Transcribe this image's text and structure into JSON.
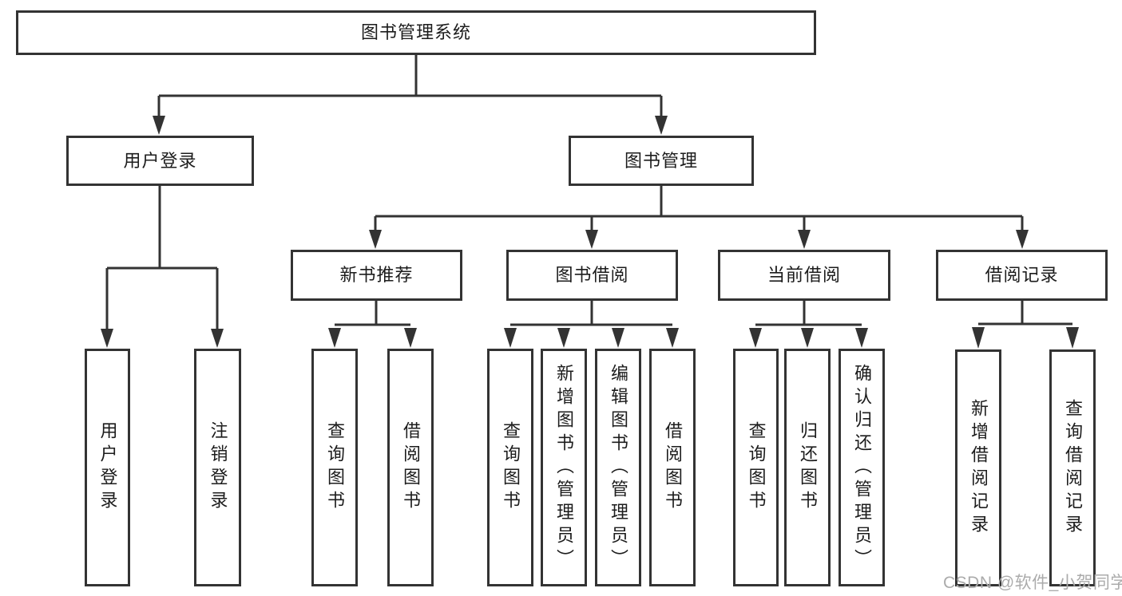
{
  "diagram": {
    "colors": {
      "line": "#333333",
      "box_border": "#333333",
      "box_background": "#ffffff",
      "text": "#1c1c1c",
      "watermark": "#ababab"
    },
    "tree": {
      "label": "图书管理系统",
      "children": [
        {
          "label": "用户登录",
          "children": [
            {
              "label": "用户登录"
            },
            {
              "label": "注销登录"
            }
          ]
        },
        {
          "label": "图书管理",
          "children": [
            {
              "label": "新书推荐",
              "children": [
                {
                  "label": "查询图书"
                },
                {
                  "label": "借阅图书"
                }
              ]
            },
            {
              "label": "图书借阅",
              "children": [
                {
                  "label": "查询图书"
                },
                {
                  "label": "新增图书（管理员）"
                },
                {
                  "label": "编辑图书（管理员）"
                },
                {
                  "label": "借阅图书"
                }
              ]
            },
            {
              "label": "当前借阅",
              "children": [
                {
                  "label": "查询图书"
                },
                {
                  "label": "归还图书"
                },
                {
                  "label": "确认归还（管理员）"
                }
              ]
            },
            {
              "label": "借阅记录",
              "children": [
                {
                  "label": "新增借阅记录"
                },
                {
                  "label": "查询借阅记录"
                }
              ]
            }
          ]
        }
      ]
    },
    "watermark": "CSDN @软件_小贺同学"
  }
}
